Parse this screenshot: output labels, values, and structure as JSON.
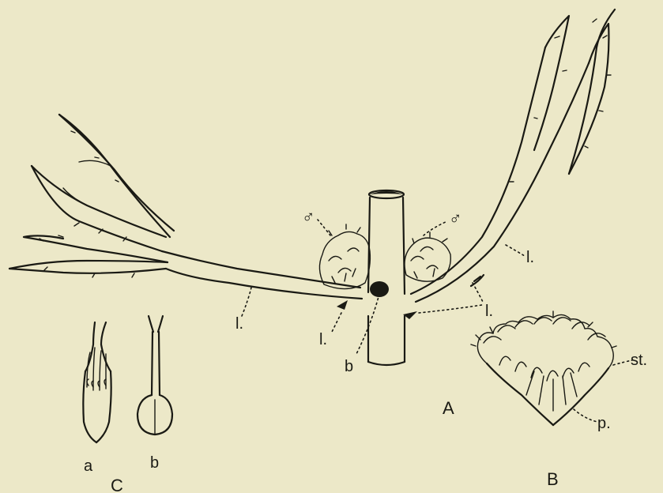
{
  "labels": {
    "leaf": "l.",
    "male": "♂",
    "bract": "b",
    "stamen": "st.",
    "perianth": "p.",
    "fig_a": "A",
    "fig_b": "B",
    "fig_c": "C",
    "fig_c_a": "a",
    "fig_c_b": "b"
  },
  "colors": {
    "paper": "#ece8c8",
    "ink": "#1a1a14"
  }
}
